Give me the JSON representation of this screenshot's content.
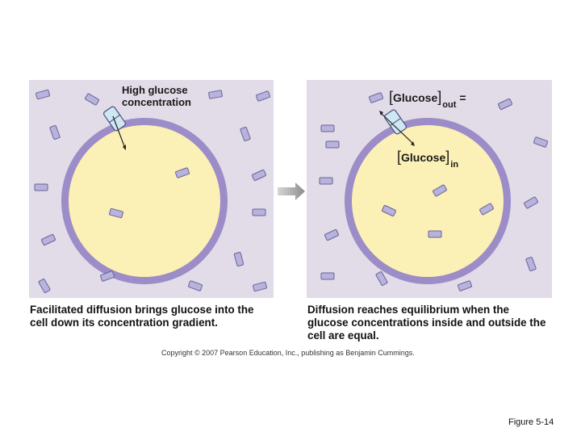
{
  "labels": {
    "high_glucose": "High glucose concentration",
    "glucose": "Glucose",
    "out": "out",
    "in": "in",
    "equals": "="
  },
  "captions": {
    "left_emphasis": "Facilitated diffusion",
    "left_rest": " brings glucose into the cell down its concentration gradient.",
    "right": "Diffusion reaches equilibrium when the glucose concentrations inside and outside the cell are equal."
  },
  "copyright": "Copyright © 2007 Pearson Education, Inc., publishing as Benjamin Cummings.",
  "figure_label": "Figure 5-14",
  "colors": {
    "background_panel": "#e2dbe8",
    "cytoplasm": "#fbf0b6",
    "membrane": "#9c8cc8",
    "glucose_fill": "#b7b3dc",
    "transporter_fill": "#cfe6f3",
    "transporter_stroke": "#4b4f7a",
    "arrow": "#9a9a9a"
  },
  "icons": {
    "transporter": "transport-protein-icon",
    "glucose": "glucose-molecule-icon",
    "process_arrow": "right-arrow-icon"
  }
}
